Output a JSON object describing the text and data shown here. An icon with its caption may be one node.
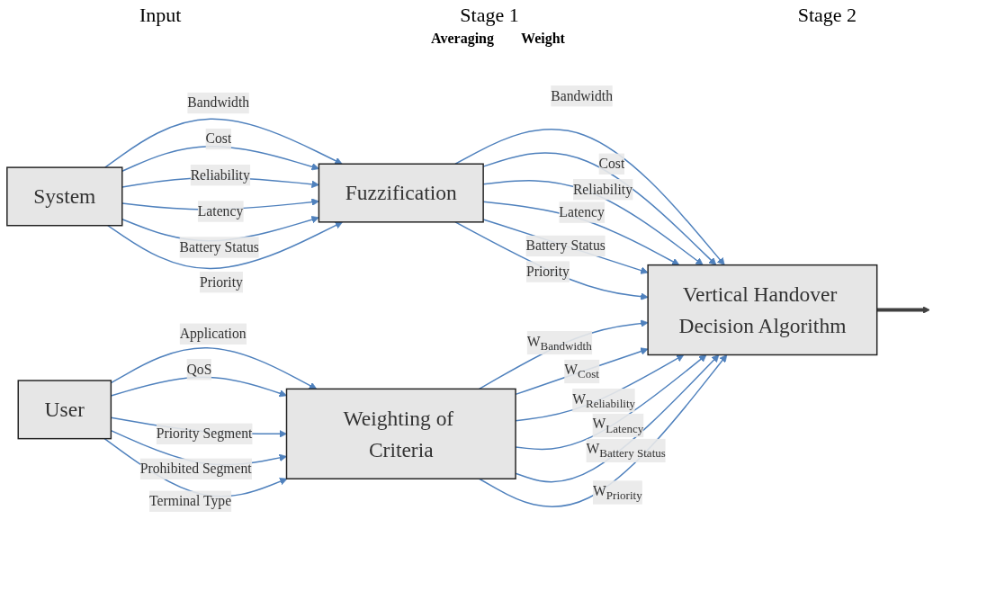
{
  "diagram": {
    "nodes": [
      {
        "text": [
          "System"
        ]
      },
      {
        "text": [
          "Fuzzification"
        ]
      },
      {
        "text": [
          "Vertical Handover Decision Algorithm"
        ]
      },
      {
        "text": [
          "User"
        ]
      },
      {
        "text": [
          "Weighting of Criteria"
        ]
      }
    ],
    "edges": [
      {
        "from": 0,
        "to": 1,
        "arrow": "to",
        "label": "Bandwidth"
      },
      {
        "from": 0,
        "to": 1,
        "arrow": "to",
        "label": "Cost"
      },
      {
        "from": 0,
        "to": 1,
        "arrow": "to",
        "label": "Reliability"
      },
      {
        "from": 0,
        "to": 1,
        "arrow": "to",
        "label": "Latency"
      },
      {
        "from": 0,
        "to": 1,
        "arrow": "to",
        "label": "Battery Status"
      },
      {
        "from": 0,
        "to": 1,
        "arrow": "to",
        "label": "Priority"
      },
      {
        "from": 1,
        "to": 2,
        "arrow": "to",
        "label": "Bandwidth"
      },
      {
        "from": 1,
        "to": 2,
        "arrow": "to",
        "label": "Cost"
      },
      {
        "from": 1,
        "to": 2,
        "arrow": "to",
        "label": "Reliability"
      },
      {
        "from": 1,
        "to": 2,
        "arrow": "to",
        "label": "Latency"
      },
      {
        "from": 1,
        "to": 2,
        "arrow": "to",
        "label": "Battery Status"
      },
      {
        "from": 1,
        "to": 2,
        "arrow": "to",
        "label": "Priority"
      },
      {
        "from": 3,
        "to": 4,
        "arrow": "to",
        "label": "Application"
      },
      {
        "from": 3,
        "to": 4,
        "arrow": "to",
        "label": "QoS"
      },
      {
        "from": 3,
        "to": 4,
        "arrow": "to",
        "label": "Priority Segment"
      },
      {
        "from": 3,
        "to": 4,
        "arrow": "to",
        "label": "Prohibited Segment"
      },
      {
        "from": 3,
        "to": 4,
        "arrow": "to",
        "label": "Terminal Type"
      },
      {
        "from": 4,
        "to": 2,
        "arrow": "to",
        "label": "W$_{Bandwidth}$"
      },
      {
        "from": 4,
        "to": 2,
        "arrow": "to",
        "label": "W$_{Cost}$"
      },
      {
        "from": 4,
        "to": 2,
        "arrow": "to",
        "label": "W$_{Reliability}$"
      },
      {
        "from": 4,
        "to": 2,
        "arrow": "to",
        "label": "W$_{Latency}$"
      },
      {
        "from": 4,
        "to": 2,
        "arrow": "to",
        "label": "W$_{Battery Status}$"
      },
      {
        "from": 4,
        "to": 2,
        "arrow": "to",
        "label": "W$_{Priority}$"
      },
      {
        "from": 2,
        "to": null,
        "arrow": "to",
        "style": "thick",
        "color": "#404040"
      }
    ],
    "labels": [
      "Input",
      "Stage 1",
      "Stage 2",
      "Averaging",
      "Weight"
    ]
  }
}
